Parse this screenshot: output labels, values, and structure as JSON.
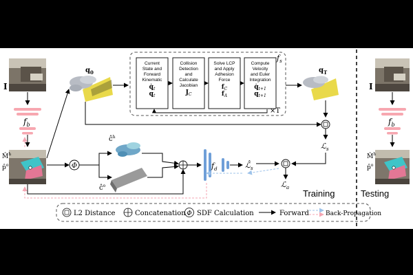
{
  "symbols": {
    "I_left": "I",
    "I_right": "I",
    "fb_left": "f",
    "fb_left_sub": "b",
    "fb_right": "f",
    "fb_right_sub": "b",
    "M_left": "M̂",
    "M_left_sup": "h",
    "p_left": "p̂",
    "p_left_sup": "o",
    "M_right": "M̂",
    "M_right_sup": "h",
    "p_right": "p̂",
    "p_right_sup": "o",
    "q0": "q",
    "q0_sub": "0",
    "qT": "q",
    "qT_sub": "T",
    "fs": "f",
    "fs_sub": "s",
    "times_T": "×T",
    "phi": "Φ",
    "ch": "ĉ",
    "ch_sup": "h",
    "co": "ĉ",
    "co_sup": "o",
    "fd": "f",
    "fd_sub": "d",
    "Ls_hat": "ℒ̂",
    "Ls_hat_sub": "s",
    "Ls": "ℒ",
    "Ls_sub": "s",
    "La": "ℒ",
    "La_sub": "a"
  },
  "boxes": [
    {
      "lines": [
        "Current",
        "State and",
        "Forward",
        "Kinematic"
      ],
      "math": [
        "q̇",
        "q"
      ],
      "math_sub": [
        "t",
        "t"
      ]
    },
    {
      "lines": [
        "Collision",
        "Detection",
        "and",
        "Calculate",
        "Jacobian"
      ],
      "math": [
        "J"
      ],
      "math_sub": [
        "C"
      ]
    },
    {
      "lines": [
        "Solve LCP",
        "and Apply",
        "Adhesion",
        "Force"
      ],
      "math": [
        "f",
        "f"
      ],
      "math_sub": [
        "C",
        "A"
      ]
    },
    {
      "lines": [
        "Compute",
        "Velocity",
        "and Euler",
        "Integration"
      ],
      "math": [
        "q̇",
        "q"
      ],
      "math_sub": [
        "t+1",
        "t+1"
      ]
    }
  ],
  "section_labels": {
    "training": "Training",
    "testing": "Testing"
  },
  "legend": {
    "l2": "L2 Distance",
    "concat": "Concatenation",
    "sdf": "SDF Calculation",
    "forward": "Forward",
    "backprop": "Back-Propagation"
  },
  "colors": {
    "backprop_pink": "#f4a6b3",
    "backprop_blue": "#9ec3ea",
    "fd_blue": "#6f9fd8",
    "fb_pink": "#f7a7b0",
    "hand_cyan": "#3fc4c8",
    "box_pink": "#e37795"
  }
}
